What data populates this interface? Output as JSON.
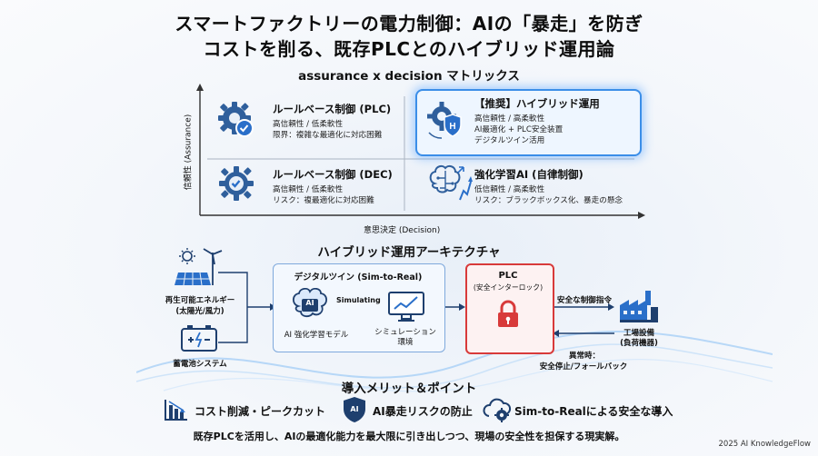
{
  "title_line1": "スマートファクトリーの電力制御：AIの「暴走」を防ぎ",
  "title_line2": "コストを削る、既存PLCとのハイブリッド運用論",
  "matrix": {
    "title": "assurance x decision マトリックス",
    "y_axis_label": "信頼性 (Assurance)",
    "x_axis_label": "意思決定 (Decision)",
    "quadrants": [
      {
        "title": "ルールベース制御 (PLC)",
        "lines": [
          "高信頼性 / 低柔軟性",
          "限界：複雑な最適化に対応困難"
        ],
        "icon": "gear-check-icon"
      },
      {
        "title": "【推奨】ハイブリッド運用",
        "lines": [
          "高信頼性 / 高柔軟性",
          "AI最適化 + PLC安全装置",
          "デジタルツイン活用"
        ],
        "icon": "gear-shield-icon"
      },
      {
        "title": "ルールベース制御 (DEC)",
        "lines": [
          "高信頼性 / 低柔軟性",
          "リスク：複最適化に対応困難"
        ],
        "icon": "gear-check-icon"
      },
      {
        "title": "強化学習AI (自律制御)",
        "lines": [
          "低信頼性 / 高柔軟性",
          "リスク：ブラックボックス化、暴走の懸念"
        ],
        "icon": "brain-circuit-icon"
      }
    ]
  },
  "architecture": {
    "title": "ハイブリッド運用アーキテクチャ",
    "renewable_label_1": "再生可能エネルギー",
    "renewable_label_2": "(太陽光/風力)",
    "battery_label": "蓄電池システム",
    "digital_twin_title": "デジタルツイン (Sim-to-Real)",
    "ai_label": "AI 強化学習モデル",
    "ai_chip_text": "AI",
    "simulating_label": "Simulating",
    "sim_env_label_1": "シミュレーション",
    "sim_env_label_2": "環境",
    "plc_title": "PLC",
    "plc_subtitle": "(安全インターロック)",
    "safe_command": "安全な制御指令",
    "factory_label_1": "工場設備",
    "factory_label_2": "(負荷機器)",
    "abnormal_label_1": "異常時：",
    "abnormal_label_2": "安全停止/フォールバック"
  },
  "merits": {
    "title": "導入メリット＆ポイント",
    "items": [
      {
        "label": "コスト削減・ピークカット",
        "icon": "bar-chart-down-icon"
      },
      {
        "label": "AI暴走リスクの防止",
        "icon": "ai-shield-icon",
        "icon_text": "AI"
      },
      {
        "label": "Sim-to-Realによる安全な導入",
        "icon": "cloud-gear-icon"
      }
    ]
  },
  "summary": "既存PLCを活用し、AIの最適化能力を最大限に引き出しつつ、現場の安全性を担保する現実解。",
  "footer": "2025 AI KnowledgeFlow",
  "colors": {
    "accent_blue": "#2a6fc9",
    "alert_red": "#d83a3a",
    "navy": "#1e3f6e"
  }
}
